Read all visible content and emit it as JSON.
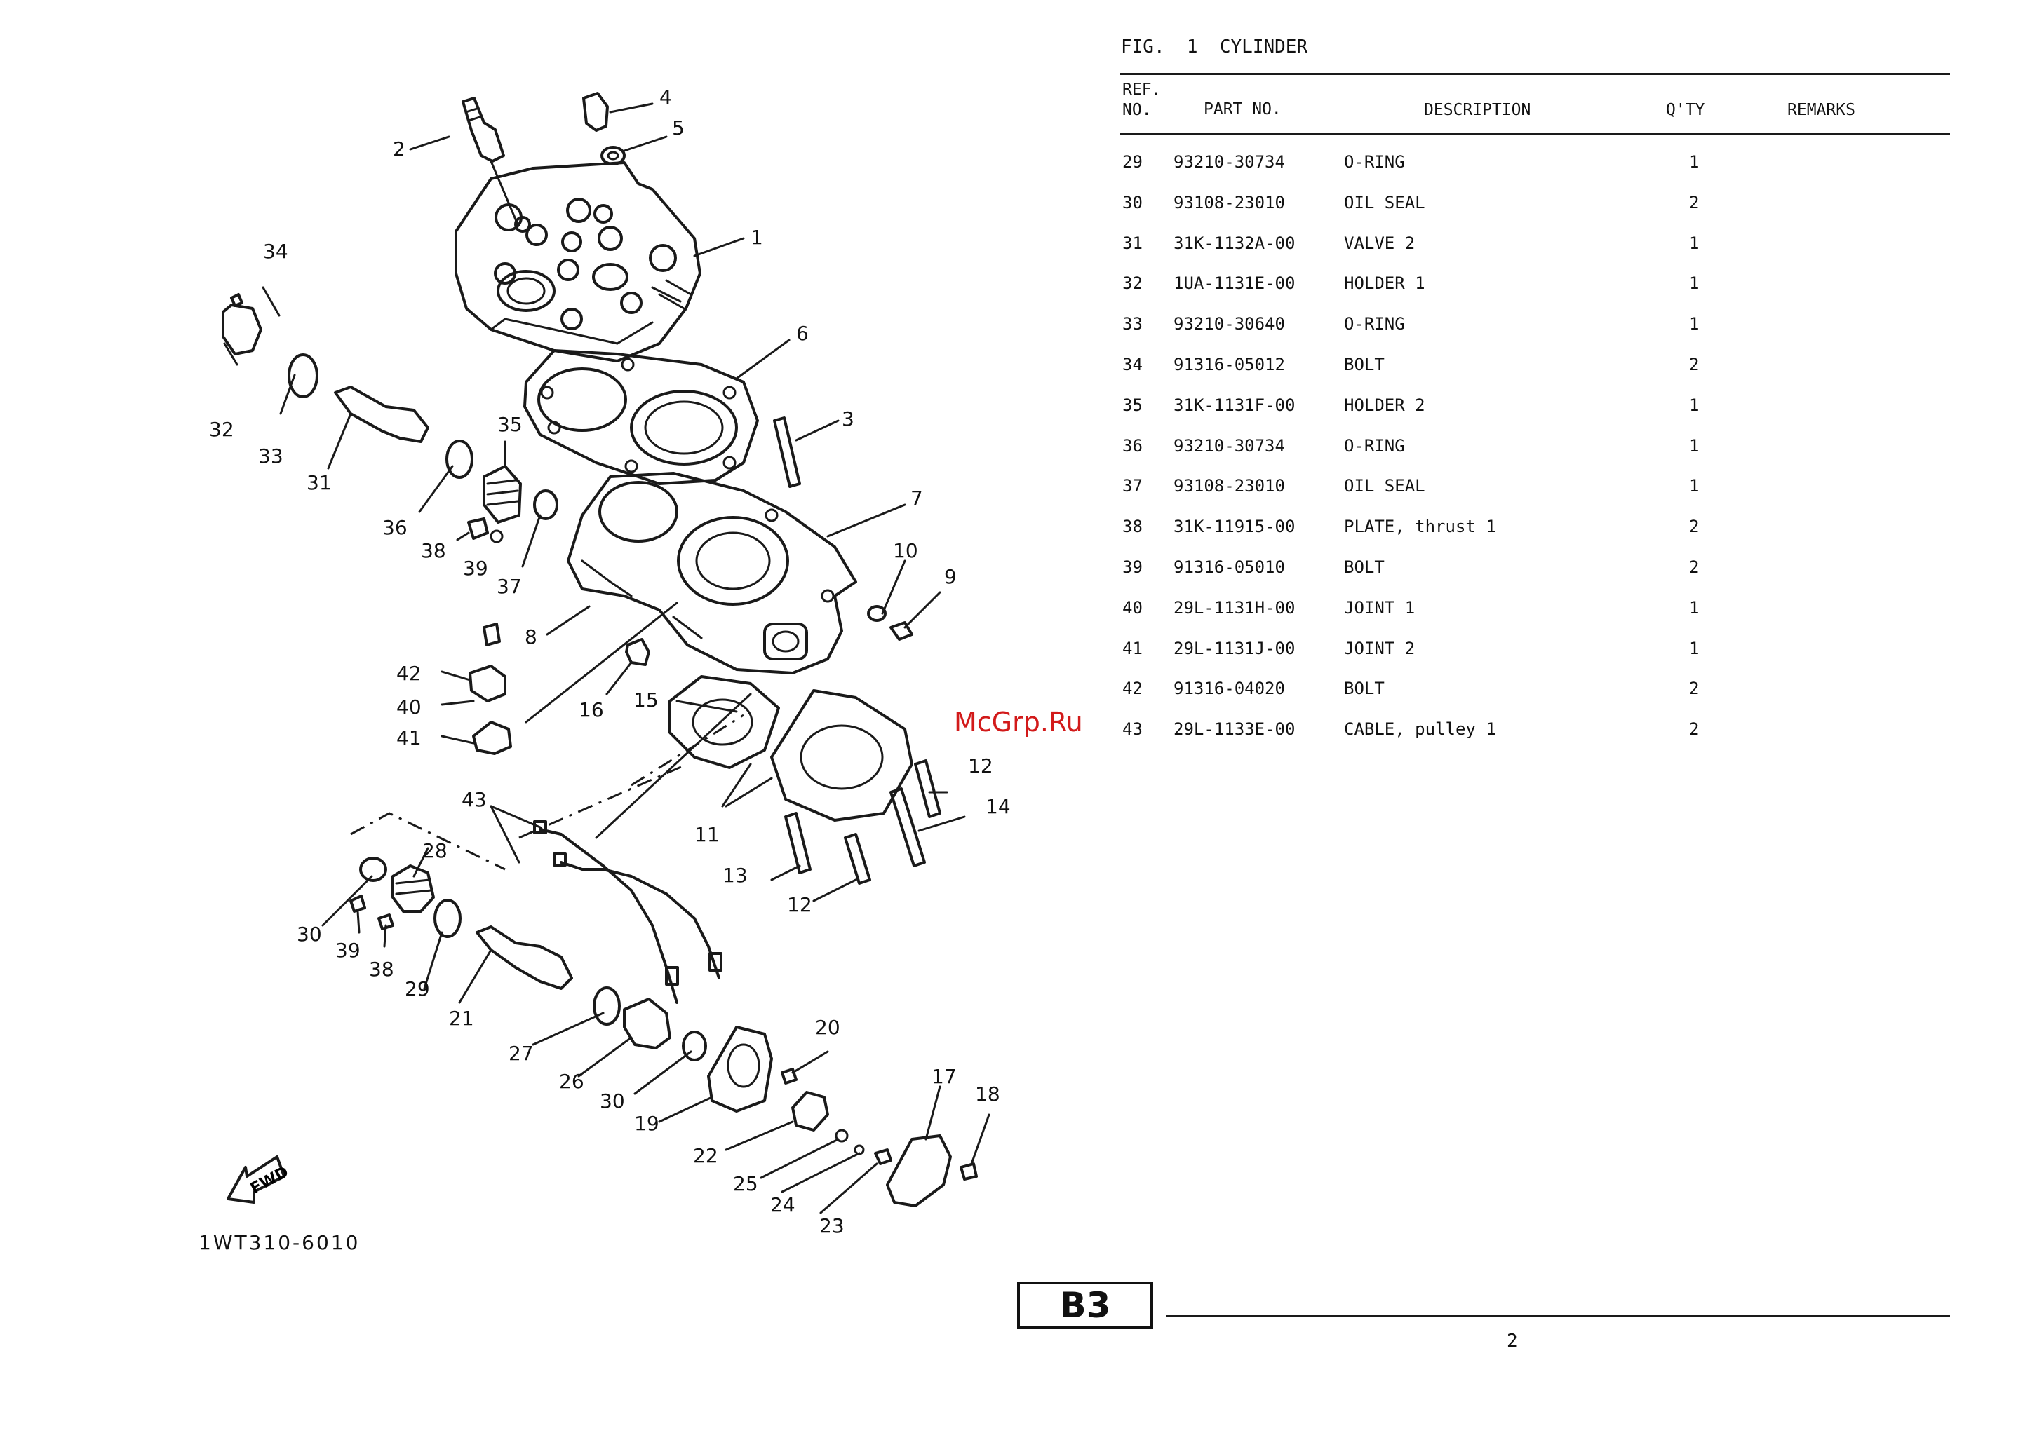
{
  "figure": {
    "title": "FIG.  1  CYLINDER"
  },
  "table": {
    "headers": {
      "ref": "REF.\nNO.",
      "part_no": "PART NO.",
      "description": "DESCRIPTION",
      "qty": "Q'TY",
      "remarks": "REMARKS"
    },
    "rows": [
      {
        "ref": "29",
        "part_no": "93210-30734",
        "description": "O-RING",
        "qty": "1",
        "remarks": ""
      },
      {
        "ref": "30",
        "part_no": "93108-23010",
        "description": "OIL SEAL",
        "qty": "2",
        "remarks": ""
      },
      {
        "ref": "31",
        "part_no": "31K-1132A-00",
        "description": "VALVE 2",
        "qty": "1",
        "remarks": ""
      },
      {
        "ref": "32",
        "part_no": "1UA-1131E-00",
        "description": "HOLDER 1",
        "qty": "1",
        "remarks": ""
      },
      {
        "ref": "33",
        "part_no": "93210-30640",
        "description": "O-RING",
        "qty": "1",
        "remarks": ""
      },
      {
        "ref": "34",
        "part_no": "91316-05012",
        "description": "BOLT",
        "qty": "2",
        "remarks": ""
      },
      {
        "ref": "35",
        "part_no": "31K-1131F-00",
        "description": "HOLDER 2",
        "qty": "1",
        "remarks": ""
      },
      {
        "ref": "36",
        "part_no": "93210-30734",
        "description": "O-RING",
        "qty": "1",
        "remarks": ""
      },
      {
        "ref": "37",
        "part_no": "93108-23010",
        "description": "OIL SEAL",
        "qty": "1",
        "remarks": ""
      },
      {
        "ref": "38",
        "part_no": "31K-11915-00",
        "description": "PLATE, thrust 1",
        "qty": "2",
        "remarks": ""
      },
      {
        "ref": "39",
        "part_no": "91316-05010",
        "description": "BOLT",
        "qty": "2",
        "remarks": ""
      },
      {
        "ref": "40",
        "part_no": "29L-1131H-00",
        "description": "JOINT 1",
        "qty": "1",
        "remarks": ""
      },
      {
        "ref": "41",
        "part_no": "29L-1131J-00",
        "description": "JOINT 2",
        "qty": "1",
        "remarks": ""
      },
      {
        "ref": "42",
        "part_no": "91316-04020",
        "description": "BOLT",
        "qty": "2",
        "remarks": ""
      },
      {
        "ref": "43",
        "part_no": "29L-1133E-00",
        "description": "CABLE, pulley 1",
        "qty": "2",
        "remarks": ""
      }
    ]
  },
  "diagram": {
    "callouts": [
      "1",
      "2",
      "3",
      "4",
      "5",
      "6",
      "7",
      "8",
      "9",
      "10",
      "11",
      "12",
      "12",
      "13",
      "14",
      "15",
      "16",
      "17",
      "18",
      "19",
      "20",
      "21",
      "22",
      "23",
      "24",
      "25",
      "26",
      "27",
      "28",
      "29",
      "30",
      "30",
      "31",
      "32",
      "33",
      "34",
      "35",
      "36",
      "37",
      "38",
      "38",
      "39",
      "39",
      "40",
      "41",
      "42",
      "43"
    ],
    "fwd_label": "FWD",
    "drawing_code": "1WT310-6010"
  },
  "watermark": "McGrp.Ru",
  "page_label": "B3",
  "page_number": "2"
}
